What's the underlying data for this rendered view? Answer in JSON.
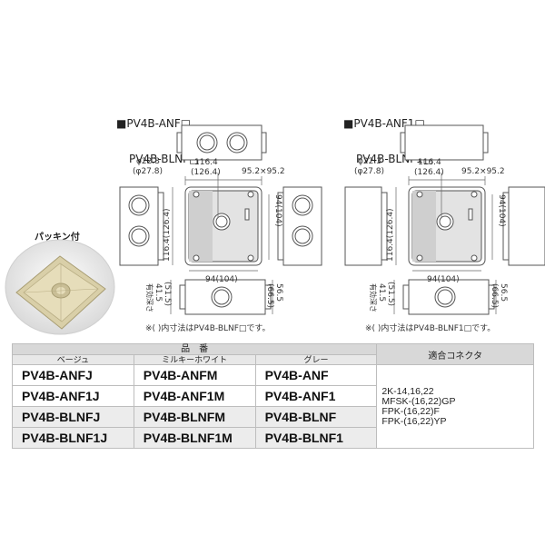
{
  "left_model": {
    "title_line1": "■PV4B-ANF□",
    "title_line2": "PV4B-BLNF□",
    "dims": {
      "hole_dia": "φ22.3",
      "hole_dia_alt": "(φ27.8)",
      "width_top": "116.4",
      "width_top_alt": "(126.4)",
      "mount": "95.2×95.2",
      "height_left": "116.4(126.4)",
      "height_right": "94(104)",
      "width_bottom": "94(104)",
      "depth_outer": "56.5",
      "depth_outer_alt": "(66.5)",
      "depth_inner": "有効深さ",
      "depth_inner_val": "41.5",
      "depth_inner_alt": "(51.5)"
    },
    "note": "※( )内寸法はPV4B-BLNF□です。"
  },
  "right_model": {
    "title_line1": "■PV4B-ANF1□",
    "title_line2": "PV4B-BLNF1□",
    "dims": {
      "hole_dia": "φ22.3",
      "hole_dia_alt": "(φ27.8)",
      "width_top": "116.4",
      "width_top_alt": "(126.4)",
      "mount": "95.2×95.2",
      "height_left": "116.4(126.4)",
      "height_right": "94(104)",
      "width_bottom": "94(104)",
      "depth_outer": "56.5",
      "depth_outer_alt": "(66.5)",
      "depth_inner": "有効深さ",
      "depth_inner_val": "41.5",
      "depth_inner_alt": "(51.5)"
    },
    "note": "※( )内寸法はPV4B-BLNF1□です。"
  },
  "packing_label": "パッキン付",
  "table": {
    "header_main": "品　番",
    "header_connector": "適合コネクタ",
    "col_headers": [
      "ベージュ",
      "ミルキーホワイト",
      "グレー"
    ],
    "rows": [
      [
        "PV4B-ANFJ",
        "PV4B-ANFM",
        "PV4B-ANF"
      ],
      [
        "PV4B-ANF1J",
        "PV4B-ANF1M",
        "PV4B-ANF1"
      ],
      [
        "PV4B-BLNFJ",
        "PV4B-BLNFM",
        "PV4B-BLNF"
      ],
      [
        "PV4B-BLNF1J",
        "PV4B-BLNF1M",
        "PV4B-BLNF1"
      ]
    ],
    "connectors": [
      "2K-14,16,22",
      "MFSK-(16,22)GP",
      "FPK-(16,22)F",
      "FPK-(16,22)YP"
    ]
  }
}
